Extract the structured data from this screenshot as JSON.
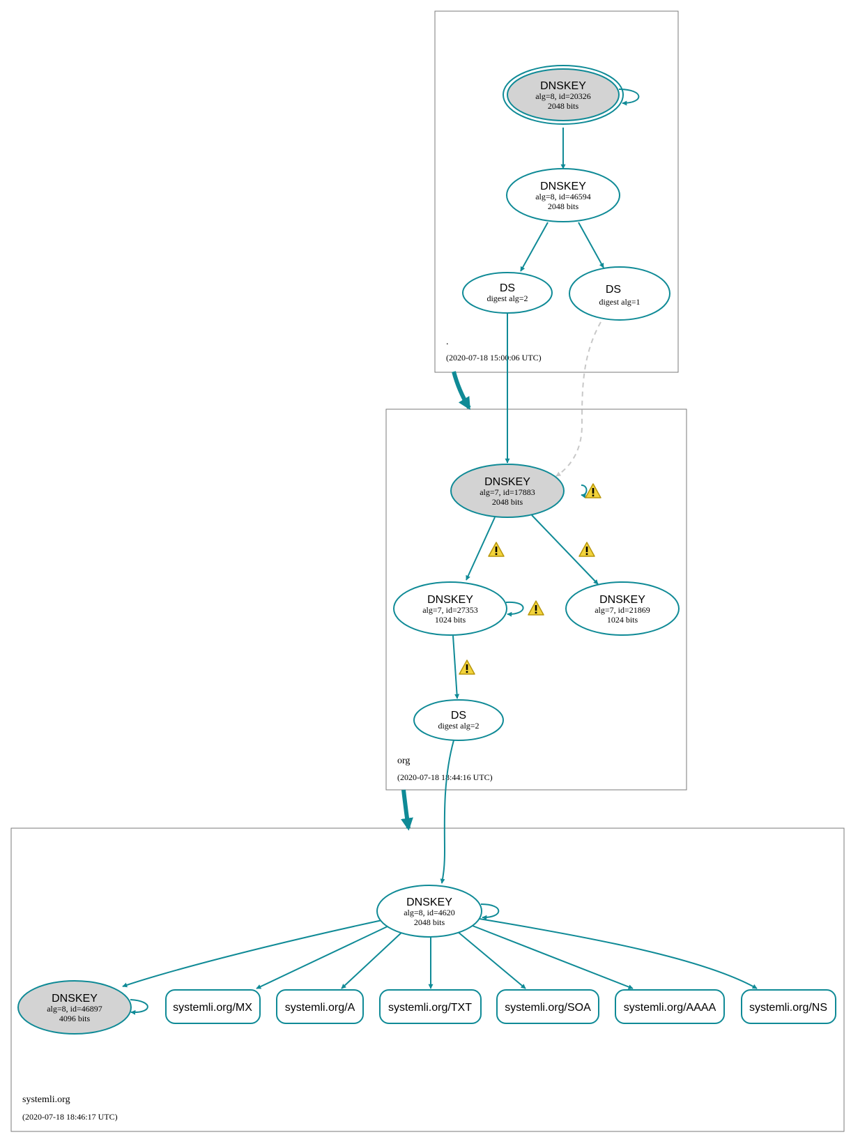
{
  "colors": {
    "edge": "#0f8a96",
    "ksk_fill": "#d3d3d3",
    "insecure_edge": "#c8c8c8",
    "warning": "#f2d33b"
  },
  "icons": {
    "warning": "warning-triangle-icon"
  },
  "zones": {
    "root": {
      "name": ".",
      "timestamp": "(2020-07-18 15:00:06 UTC)"
    },
    "org": {
      "name": "org",
      "timestamp": "(2020-07-18 18:44:16 UTC)"
    },
    "systemli": {
      "name": "systemli.org",
      "timestamp": "(2020-07-18 18:46:17 UTC)"
    }
  },
  "nodes": {
    "root_ksk": {
      "title": "DNSKEY",
      "line1": "alg=8, id=20326",
      "line2": "2048 bits"
    },
    "root_zsk": {
      "title": "DNSKEY",
      "line1": "alg=8, id=46594",
      "line2": "2048 bits"
    },
    "root_ds2": {
      "title": "DS",
      "line1": "digest alg=2"
    },
    "root_ds1": {
      "title": "DS",
      "line1": "digest alg=1"
    },
    "org_ksk": {
      "title": "DNSKEY",
      "line1": "alg=7, id=17883",
      "line2": "2048 bits"
    },
    "org_zsk1": {
      "title": "DNSKEY",
      "line1": "alg=7, id=27353",
      "line2": "1024 bits"
    },
    "org_zsk2": {
      "title": "DNSKEY",
      "line1": "alg=7, id=21869",
      "line2": "1024 bits"
    },
    "org_ds": {
      "title": "DS",
      "line1": "digest alg=2"
    },
    "sys_ksk": {
      "title": "DNSKEY",
      "line1": "alg=8, id=4620",
      "line2": "2048 bits"
    },
    "sys_key2": {
      "title": "DNSKEY",
      "line1": "alg=8, id=46897",
      "line2": "4096 bits"
    }
  },
  "rrsets": [
    "systemli.org/MX",
    "systemli.org/A",
    "systemli.org/TXT",
    "systemli.org/SOA",
    "systemli.org/AAAA",
    "systemli.org/NS"
  ]
}
